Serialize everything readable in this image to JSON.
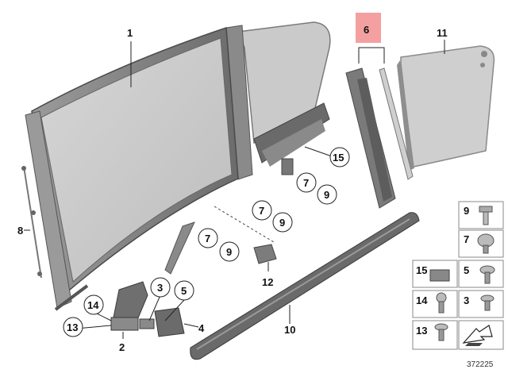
{
  "diagram": {
    "image_number": "372225",
    "callouts": {
      "c1": "1",
      "c2": "2",
      "c3": "3",
      "c4": "4",
      "c5": "5",
      "c6": "6",
      "c7a": "7",
      "c7b": "7",
      "c7c": "7",
      "c8": "8",
      "c9a": "9",
      "c9b": "9",
      "c9c": "9",
      "c10": "10",
      "c11": "11",
      "c12": "12",
      "c13": "13",
      "c14": "14",
      "c15": "15"
    },
    "highlighted_callout": "6",
    "highlight_color": "#f4a0a0",
    "fastener_legend": [
      {
        "num": "9",
        "icon": "bolt-torx-icon"
      },
      {
        "num": "7",
        "icon": "screw-head-icon"
      },
      {
        "num": "15",
        "icon": "clip-nut-icon"
      },
      {
        "num": "5",
        "icon": "screw-icon"
      },
      {
        "num": "14",
        "icon": "rivet-icon"
      },
      {
        "num": "3",
        "icon": "short-screw-icon"
      },
      {
        "num": "13",
        "icon": "pan-screw-icon"
      }
    ]
  }
}
